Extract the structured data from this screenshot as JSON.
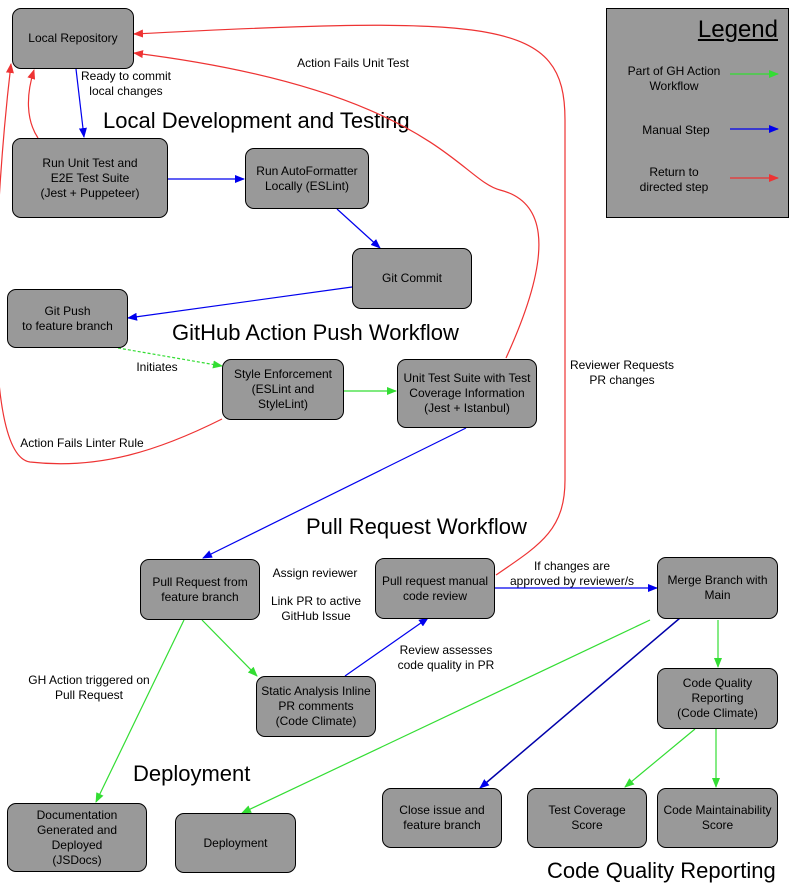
{
  "colors": {
    "green": "#33dd33",
    "blue": "#0000ee",
    "red": "#ee3333",
    "node_fill": "#999999"
  },
  "legend": {
    "title": "Legend",
    "items": [
      {
        "label": "Part of GH Action\nWorkflow",
        "color": "green"
      },
      {
        "label": "Manual Step",
        "color": "blue"
      },
      {
        "label": "Return to\ndirected step",
        "color": "red"
      }
    ]
  },
  "sections": {
    "local": "Local Development and Testing",
    "push": "GitHub Action Push Workflow",
    "pr": "Pull Request Workflow",
    "deploy": "Deployment",
    "quality": "Code Quality Reporting"
  },
  "nodes": {
    "local_repo": "Local Repository",
    "unit_e2e": "Run Unit Test and\nE2E Test Suite\n(Jest + Puppeteer)",
    "autoformatter": "Run AutoFormatter\nLocally (ESLint)",
    "git_commit": "Git Commit",
    "git_push": "Git Push\nto feature branch",
    "style": "Style Enforcement\n(ESLint and StyleLint)",
    "unit_coverage": "Unit Test Suite with Test\nCoverage Information\n(Jest + Istanbul)",
    "pr_from_feature": "Pull Request from\nfeature branch",
    "pr_review": "Pull request manual\ncode review",
    "merge": "Merge Branch with\nMain",
    "static_analysis": "Static Analysis Inline\nPR comments\n(Code Climate)",
    "quality_reporting": "Code Quality\nReporting\n(Code Climate)",
    "docs": "Documentation\nGenerated and Deployed\n(JSDocs)",
    "deployment": "Deployment",
    "close_issue": "Close issue and\nfeature branch",
    "test_coverage": "Test Coverage\nScore",
    "maintainability": "Code Maintainability\nScore"
  },
  "edge_labels": {
    "ready_to_commit": "Ready to commit\nlocal changes",
    "action_fails_unit": "Action Fails Unit Test",
    "initiates": "Initiates",
    "action_fails_linter": "Action Fails Linter Rule",
    "reviewer_requests": "Reviewer Requests\nPR changes",
    "assign_reviewer": "Assign reviewer",
    "link_pr": "Link PR to active\nGitHub Issue",
    "if_approved": "If changes are\napproved by reviewer/s",
    "review_assesses": "Review assesses\ncode quality in PR",
    "gh_action_triggered": "GH Action triggered on\nPull Request"
  }
}
